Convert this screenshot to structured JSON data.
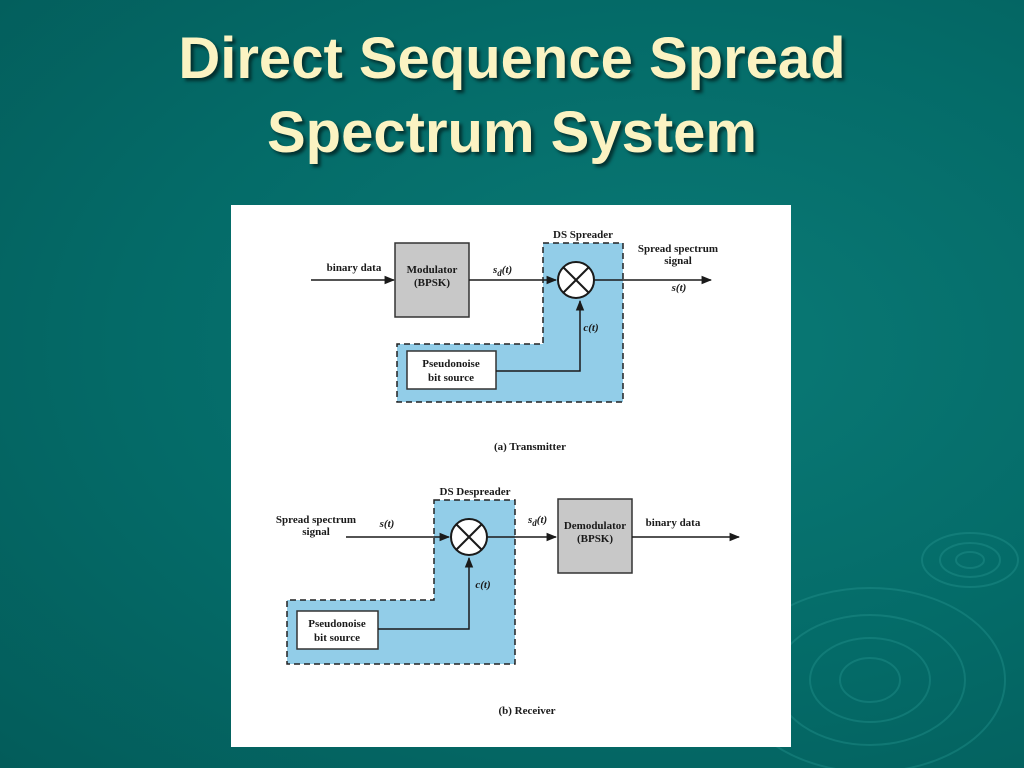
{
  "slide": {
    "title_line1": "Direct Sequence Spread",
    "title_line2": "Spectrum System"
  },
  "colors": {
    "background": "#046b68",
    "title": "#fbf3c2",
    "spreader_fill": "#92cde8",
    "block_fill": "#c8c8c8"
  },
  "transmitter": {
    "input_label": "binary data",
    "modulator_line1": "Modulator",
    "modulator_line2": "(BPSK)",
    "sd_label": "s",
    "sd_sub": "d",
    "sd_arg": "(t)",
    "spreader_label": "DS Spreader",
    "output_line1": "Spread spectrum",
    "output_line2": "signal",
    "output_signal": "s(t)",
    "ct_label": "c(t)",
    "pn_line1": "Pseudonoise",
    "pn_line2": "bit source",
    "caption": "(a) Transmitter"
  },
  "receiver": {
    "despreader_label": "DS Despreader",
    "input_line1": "Spread spectrum",
    "input_line2": "signal",
    "input_signal": "s(t)",
    "sd_label": "s",
    "sd_sub": "d",
    "sd_arg": "(t)",
    "demodulator_line1": "Demodulator",
    "demodulator_line2": "(BPSK)",
    "output_label": "binary data",
    "ct_label": "c(t)",
    "pn_line1": "Pseudonoise",
    "pn_line2": "bit source",
    "caption": "(b) Receiver"
  }
}
